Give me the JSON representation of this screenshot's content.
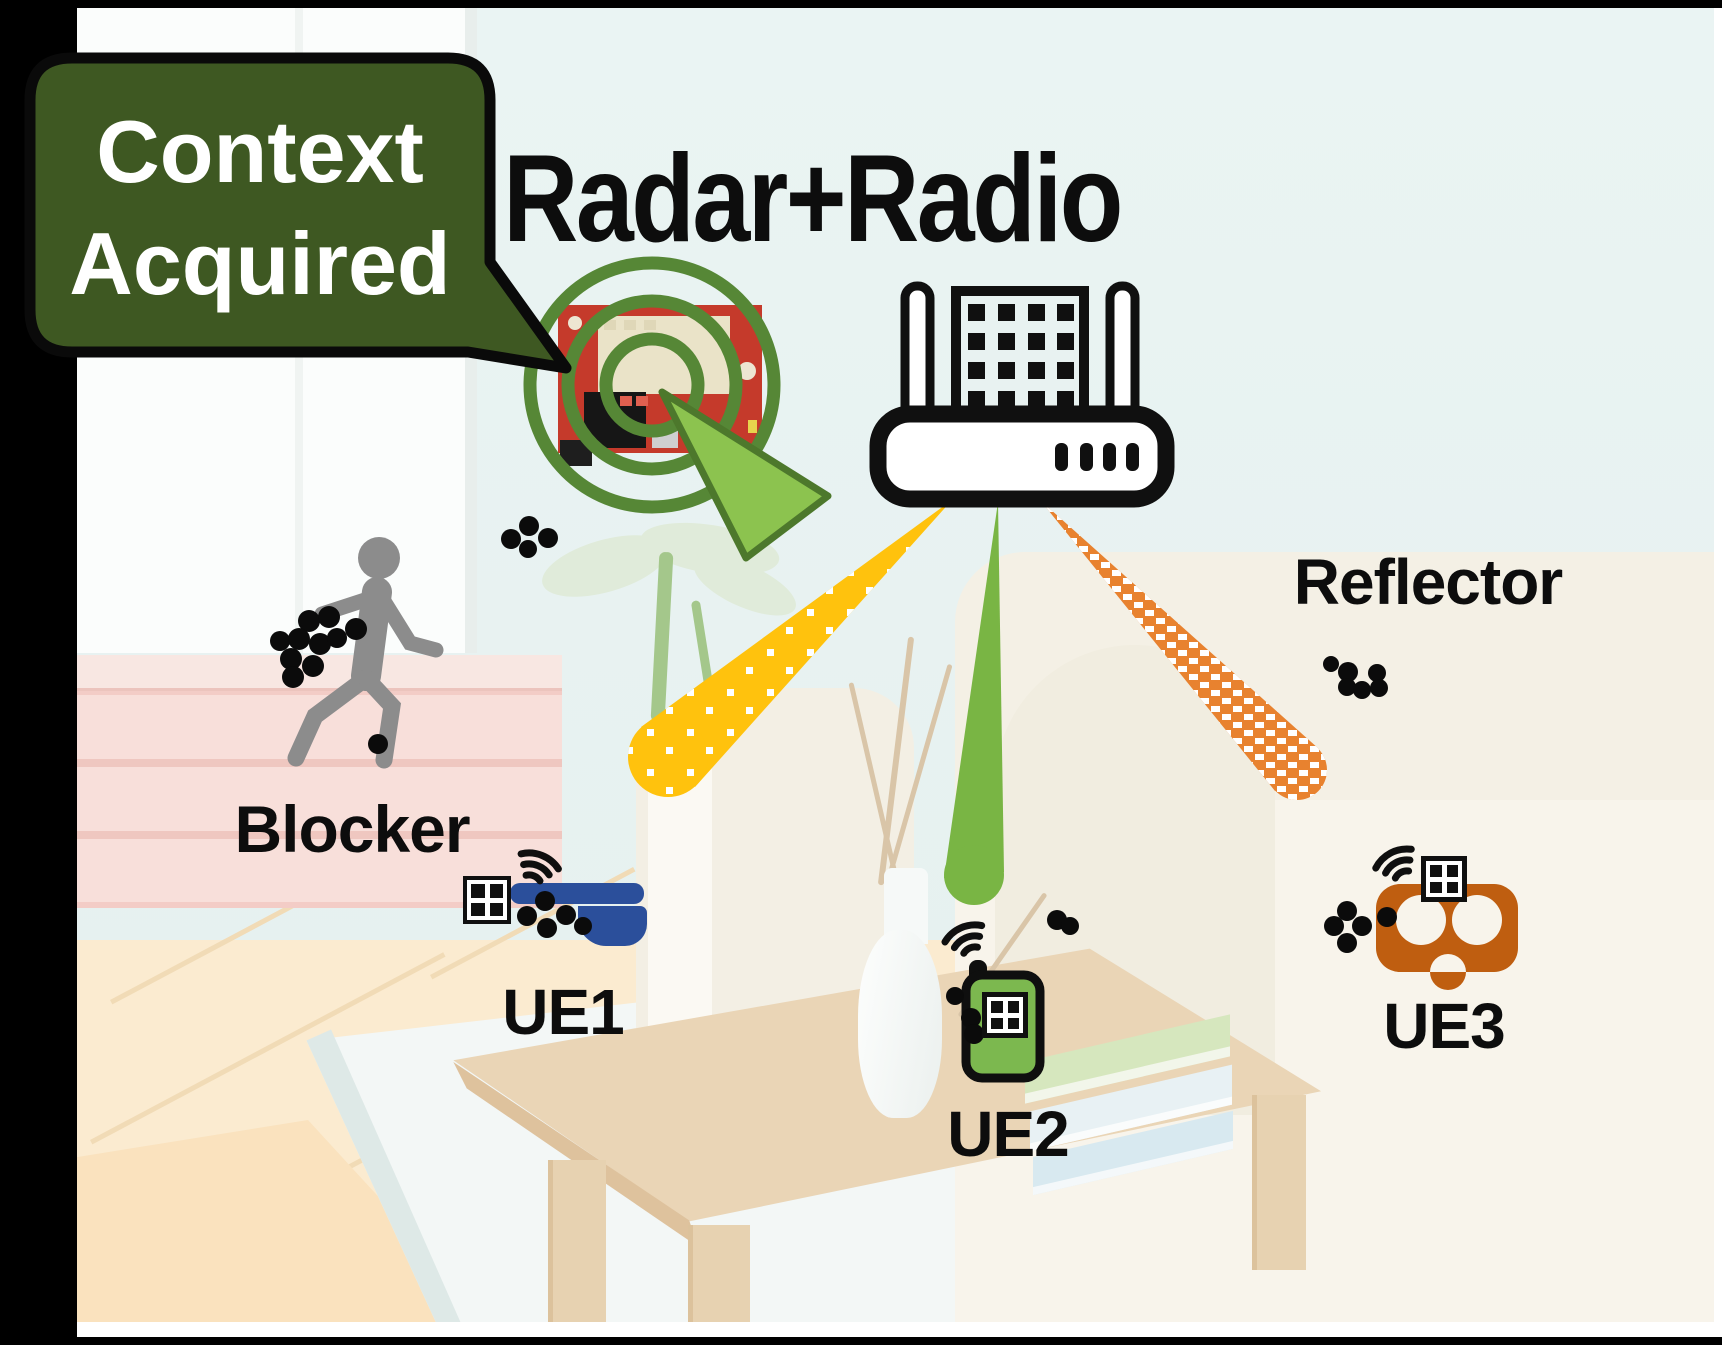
{
  "figure_title": "Radar+Radio",
  "speech_bubble": {
    "line1": "Context",
    "line2": "Acquired"
  },
  "labels": {
    "blocker": "Blocker",
    "reflector": "Reflector",
    "ue1": "UE1",
    "ue2": "UE2",
    "ue3": "UE3"
  },
  "colors": {
    "bubble_green": "#3E5822",
    "beam_yellow": "#FFC20D",
    "beam_green": "#79B544",
    "beam_orange": "#E8822F",
    "radar_ring_green": "#568736",
    "radar_wedge_green": "#8CC34F",
    "pcb_red": "#C53A2B",
    "ue1_blue": "#2B4F9B",
    "ue2_green": "#7CB84F",
    "ue3_orange": "#BF5E10",
    "blocker_gray": "#8C8C8C"
  },
  "icons": {
    "router": "wifi-router-with-panel-antennas",
    "radar": "radar-pcb-with-scan-rings",
    "blocker": "walking-person",
    "ue1": "smart-glasses",
    "ue2": "mobile-phone",
    "ue3": "vr-headset",
    "wifi": "signal-arcs",
    "array": "antenna-array-grid"
  }
}
